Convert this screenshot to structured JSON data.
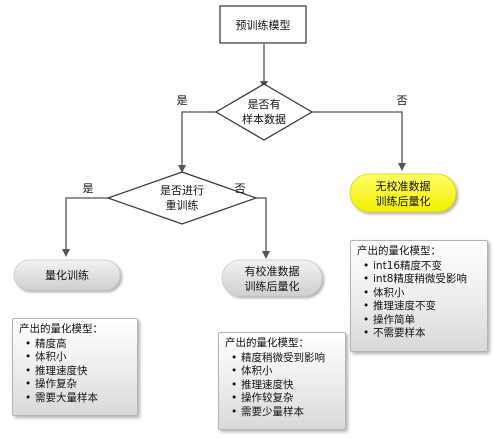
{
  "nodes": {
    "start": [
      "预训练模型"
    ],
    "decision_has_samples": [
      "是否有",
      "样本数据"
    ],
    "decision_retrain": [
      "是否进行",
      "重训练"
    ],
    "quant_training": [
      "量化训练"
    ],
    "calibrated_ptq": [
      "有校准数据",
      "训练后量化"
    ],
    "uncalibrated_ptq": [
      "无校准数据",
      "训练后量化"
    ]
  },
  "edge_labels": {
    "has_samples_yes": "是",
    "has_samples_no": "否",
    "retrain_yes": "是",
    "retrain_no": "否"
  },
  "cards": {
    "quant_training": {
      "title": "产出的量化模型：",
      "items": [
        "精度高",
        "体积小",
        "推理速度快",
        "操作复杂",
        "需要大量样本"
      ]
    },
    "calibrated_ptq": {
      "title": "产出的量化模型：",
      "items": [
        "精度稍微受到影响",
        "体积小",
        "推理速度快",
        "操作较复杂",
        "需要少量样本"
      ]
    },
    "uncalibrated_ptq": {
      "title": "产出的量化模型：",
      "items": [
        "int16精度不变",
        "int8精度稍微受影响",
        "体积小",
        "推理速度不变",
        "操作简单",
        "不需要样本"
      ]
    }
  },
  "bullet": "•",
  "colors": {
    "line": "#555555",
    "box_border": "#333333",
    "decision_fill": "#ffffff",
    "terminal_fill": "#d6d6d6",
    "highlight_fill": "#ffff33",
    "card_fill": "#e6e6e6"
  }
}
